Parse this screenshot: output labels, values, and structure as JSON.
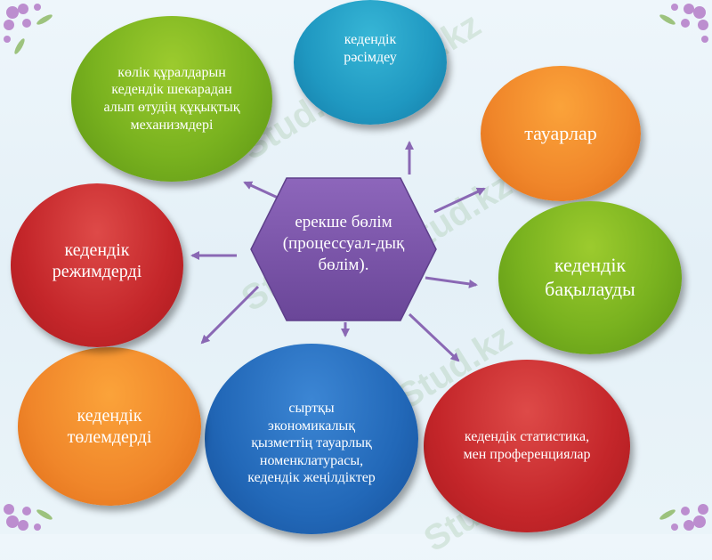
{
  "diagram": {
    "center": {
      "label": "ерекше бөлім (процессуал-дық бөлім)."
    },
    "nodes": {
      "transport": "көлік құралдарын кедендік шекарадан алып өтудің құқықтық механизмдері",
      "registration": "кедендік рәсімдеу",
      "goods": "тауарлар",
      "control": "кедендік бақылауды",
      "statistics": "кедендік статистика, мен проференциялар",
      "nomenclature": "сыртқы экономикалық қызметтің тауарлық номенклатурасы, кедендік жеңілдіктер",
      "payments": "кедендік төлемдерді",
      "regimes": "кедендік режимдерді"
    }
  },
  "watermark": "Stud.kz",
  "colors": {
    "hexagon": "#7a52a8",
    "arrow": "#8a68b4",
    "green": "#79b21f",
    "teal": "#1f98c1",
    "orange": "#f0862a",
    "red": "#c4262a",
    "blue": "#2268b8"
  }
}
